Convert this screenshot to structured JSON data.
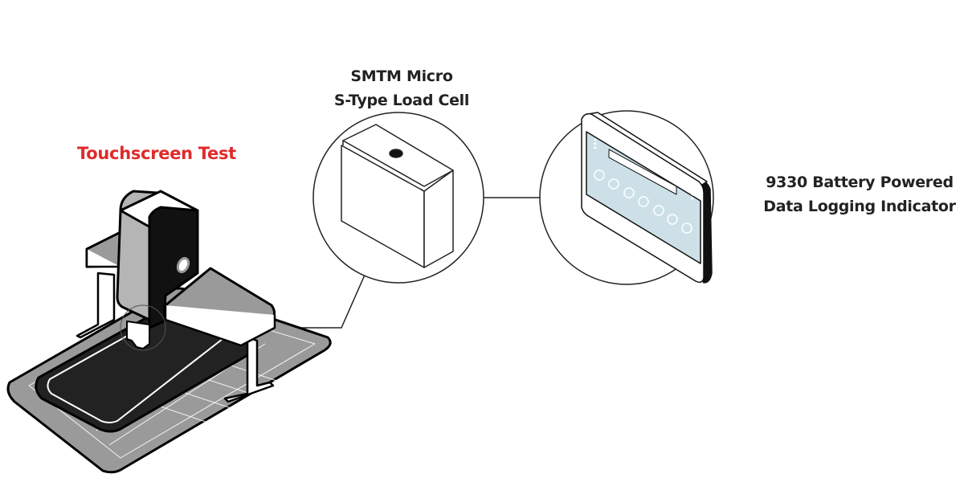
{
  "diagram": {
    "title": "Touchscreen Test",
    "load_cell": {
      "line1": "SMTM Micro",
      "line2": "S-Type Load Cell"
    },
    "indicator": {
      "line1": "9330 Battery Powered",
      "line2": "Data Logging Indicator"
    }
  },
  "colors": {
    "title": "#e02a2a",
    "text": "#222222",
    "screen": "#cde0e8",
    "dark": "#222222",
    "mid": "#9a9a9a"
  }
}
